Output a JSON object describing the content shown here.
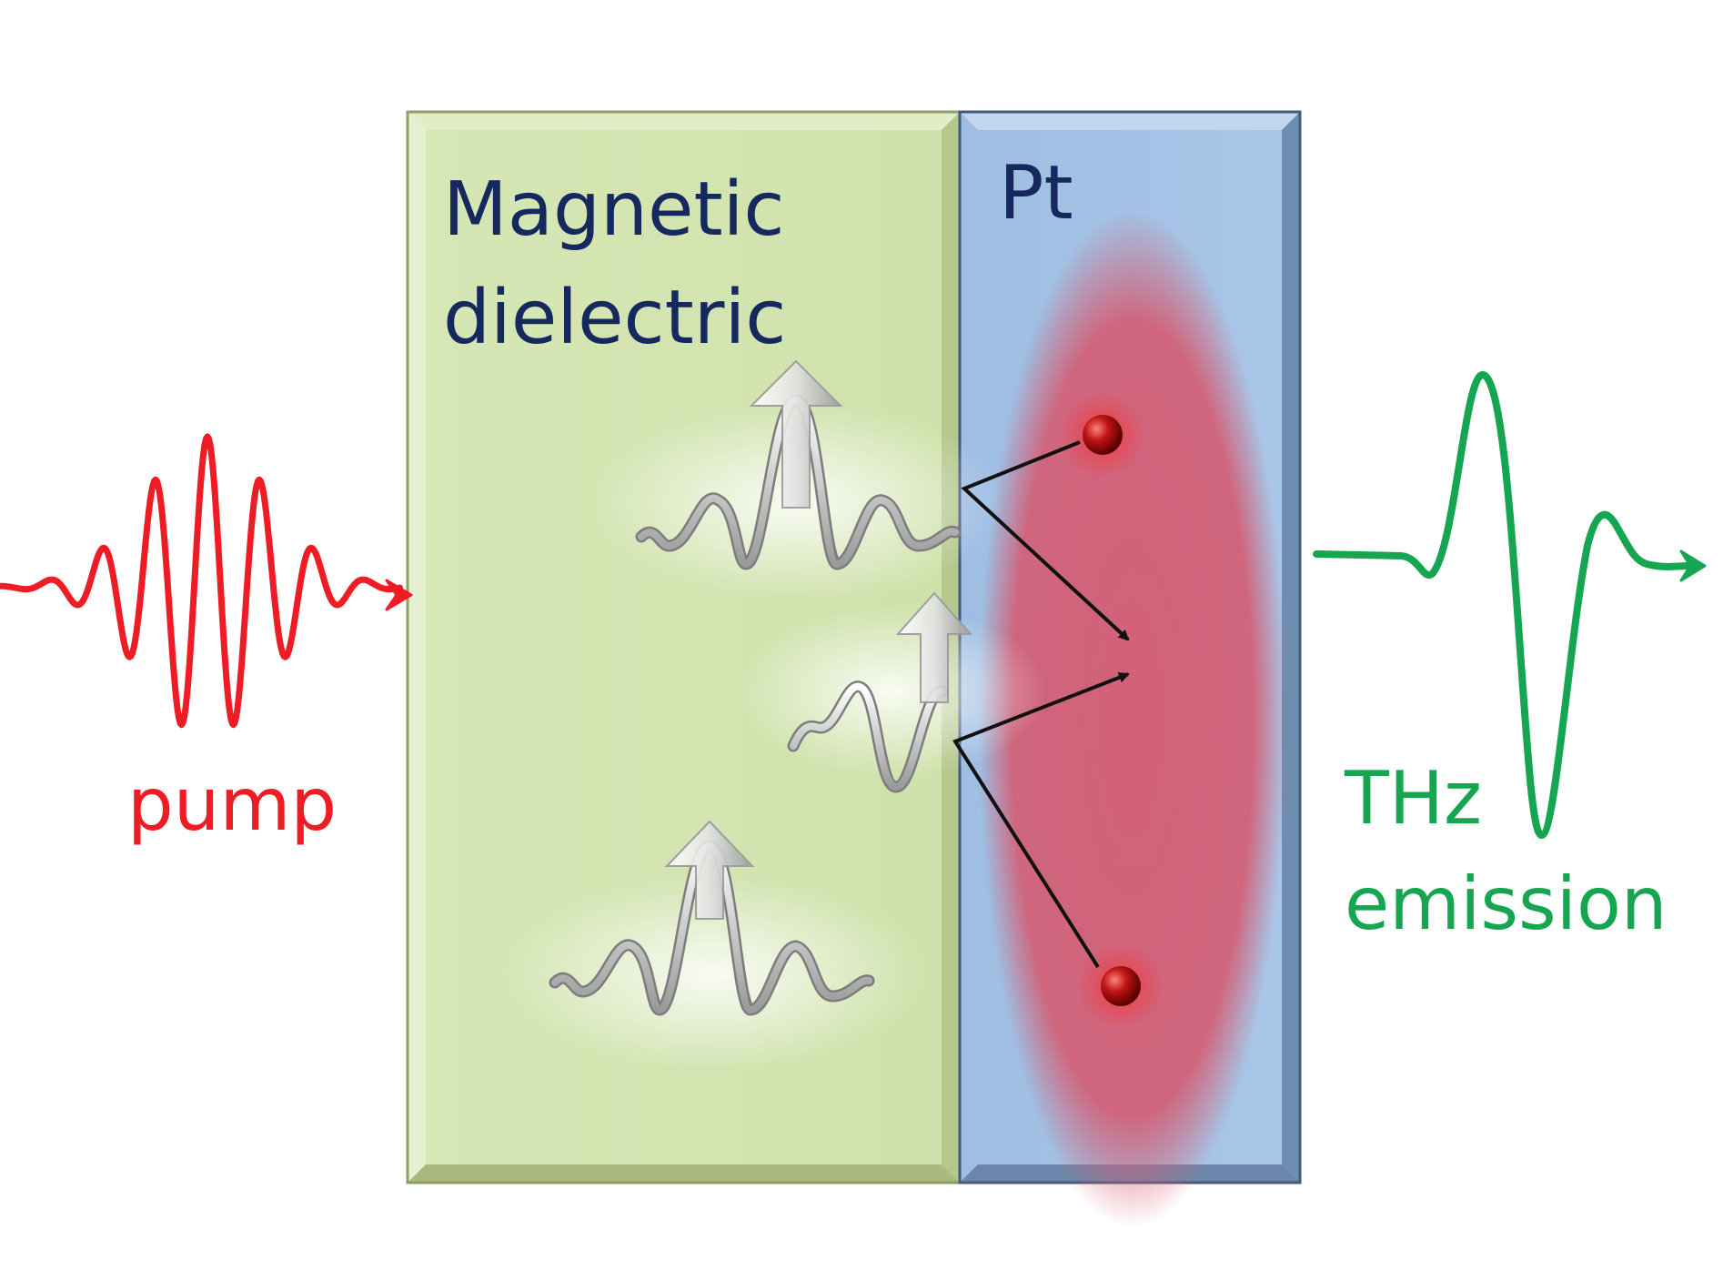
{
  "labels": {
    "magnetic_line1": "Magnetic",
    "magnetic_line2": "dielectric",
    "pt": "Pt",
    "pump": "pump",
    "thz_line1": "THz",
    "thz_line2": "emission"
  },
  "icons": [
    "spin-arrow-icon",
    "electron-icon"
  ],
  "colors": {
    "magnetic_layer": "#d2e3b0",
    "pt_layer": "#a4c3e5",
    "spin_current_region": "#d45c72",
    "pump": "#ee1c24",
    "thz": "#16a652",
    "label_text": "#15295e",
    "arrows": "#111111",
    "electron": "#b00d0d"
  }
}
